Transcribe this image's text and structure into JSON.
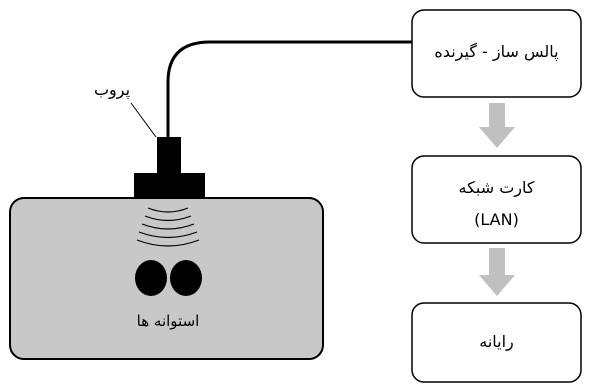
{
  "probe": {
    "label": "پروب"
  },
  "specimen": {
    "label": "استوانه ها",
    "color": "#c8c8c8"
  },
  "flow": {
    "pulser": {
      "label": "پالس ساز - گیرنده"
    },
    "lan_card": {
      "line1": "کارت شبکه",
      "line2": "(LAN)"
    },
    "computer": {
      "label": "رایانه"
    },
    "arrow_color": "#c0c0c0"
  }
}
